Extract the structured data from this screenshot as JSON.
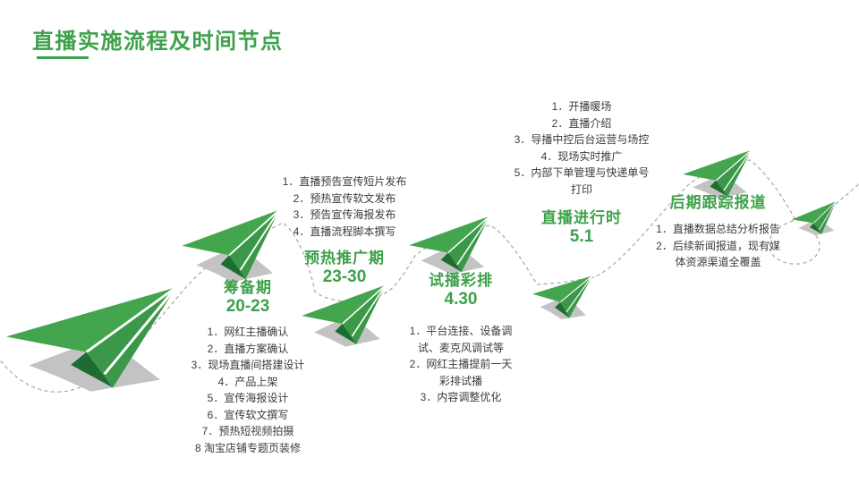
{
  "title": "直播实施流程及时间节点",
  "colors": {
    "accent_green": "#3ea14b",
    "body_text": "#3c3c3c",
    "plane_green_top": "#44a54f",
    "plane_green_body": "#3b9848",
    "plane_green_dark": "#1d6c32",
    "shadow_gray": "#c3c3c3",
    "path_gray": "#b3b3b3",
    "background": "#ffffff"
  },
  "icons": {
    "plane": "paper-plane-icon",
    "flight_path": "dashed-flight-path"
  },
  "sections": [
    {
      "id": "preparation",
      "title": "筹备期",
      "dates": "20-23",
      "items": [
        [
          "1．网红主播确认"
        ],
        [
          "2．直播方案确认"
        ],
        [
          "3．现场直播间搭建设计"
        ],
        [
          "4．产品上架"
        ],
        [
          "5．宣传海报设计"
        ],
        [
          "6．宣传软文撰写"
        ],
        [
          "7．预热短视频拍摄"
        ],
        [
          "8 淘宝店铺专题页装修"
        ]
      ]
    },
    {
      "id": "warmup-promotion",
      "title": "预热推广期",
      "dates": "23-30",
      "items": [
        [
          "1．直播预告宣传短片发布"
        ],
        [
          "2．预热宣传软文发布"
        ],
        [
          "3．预告宣传海报发布"
        ],
        [
          "4．直播流程脚本撰写"
        ]
      ]
    },
    {
      "id": "rehearsal",
      "title": "试播彩排",
      "dates": "4.30",
      "items": [
        [
          "1．平台连接、设备调",
          "试、麦克风调试等"
        ],
        [
          "2．网红主播提前一天",
          "彩排试播"
        ],
        [
          "3．内容调整优化"
        ]
      ]
    },
    {
      "id": "live-streaming",
      "title": "直播进行时",
      "dates": "5.1",
      "items": [
        [
          "1．开播暖场"
        ],
        [
          "2．直播介绍"
        ],
        [
          "3．导播中控后台运营与场控"
        ],
        [
          "4．现场实时推广"
        ],
        [
          "5．内部下单管理与快递单号",
          "打印"
        ]
      ]
    },
    {
      "id": "follow-up-report",
      "title": "后期跟踪报道",
      "dates": "",
      "items": [
        [
          "1．直播数据总结分析报告"
        ],
        [
          "2．后续新闻报道，现有媒",
          "体资源渠道全覆盖"
        ]
      ]
    }
  ]
}
